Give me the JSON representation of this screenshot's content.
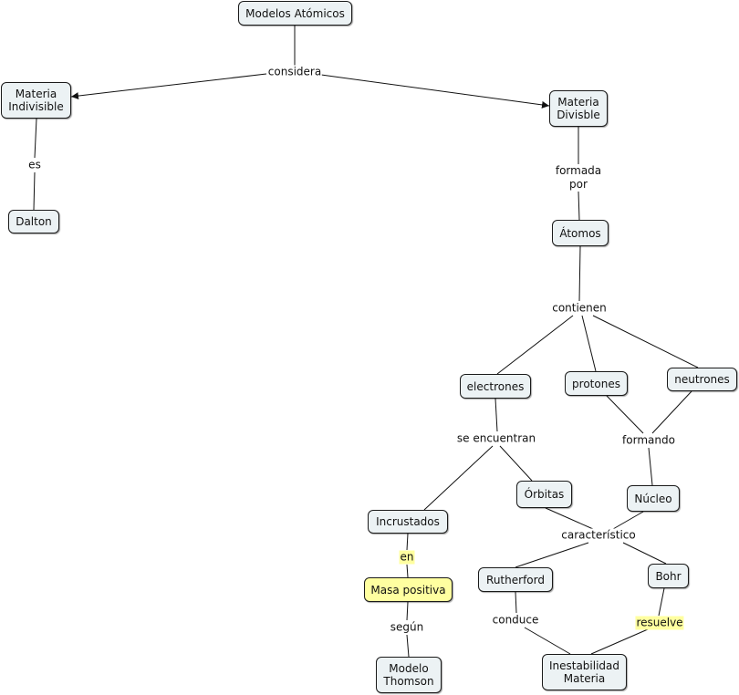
{
  "diagram": {
    "nodes": {
      "modelos": "Modelos Atómicos",
      "indivisible": "Materia\nIndivisible",
      "divisible": "Materia\nDivisble",
      "dalton": "Dalton",
      "atomos": "Átomos",
      "electrones": "electrones",
      "protones": "protones",
      "neutrones": "neutrones",
      "orbitas": "Órbitas",
      "incrustados": "Incrustados",
      "nucleo": "Núcleo",
      "masa": "Masa positiva",
      "rutherford": "Rutherford",
      "bohr": "Bohr",
      "thomson": "Modelo\nThomson",
      "inestabilidad": "Inestabilidad\nMateria"
    },
    "links": {
      "considera": "considera",
      "es": "es",
      "formada": "formada\npor",
      "contienen": "contienen",
      "encuentran": "se encuentran",
      "formando": "formando",
      "caracteristico": "característico",
      "en": "en",
      "segun": "según",
      "conduce": "conduce",
      "resuelve": "resuelve"
    },
    "colors": {
      "node_fill": "#ecf2f4",
      "highlight": "#ffffa0",
      "line": "#111111"
    }
  }
}
